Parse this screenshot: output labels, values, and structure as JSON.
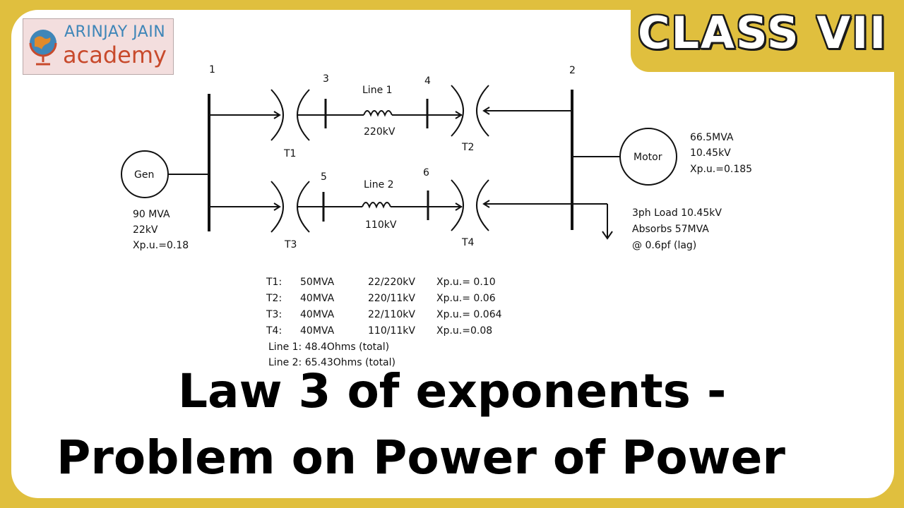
{
  "branding": {
    "logo_line1": "ARINJAY JAIN",
    "logo_line2": "academy",
    "class_badge": "CLASS VII",
    "colors": {
      "frame": "#e0bf3e",
      "logo_blue": "#3f86b8",
      "logo_red": "#c84a2c"
    }
  },
  "diagram": {
    "bus_labels": {
      "b1": "1",
      "b2": "2",
      "b3": "3",
      "b4": "4",
      "b5": "5",
      "b6": "6"
    },
    "transformers": {
      "t1": "T1",
      "t2": "T2",
      "t3": "T3",
      "t4": "T4"
    },
    "lines": {
      "line1_name": "Line 1",
      "line1_voltage": "220kV",
      "line2_name": "Line 2",
      "line2_voltage": "110kV"
    },
    "generator": {
      "label": "Gen",
      "spec1": "90 MVA",
      "spec2": "22kV",
      "spec3": "Xp.u.=0.18"
    },
    "motor": {
      "label": "Motor",
      "spec1": "66.5MVA",
      "spec2": "10.45kV",
      "spec3": "Xp.u.=0.185"
    },
    "load": {
      "line1": "3ph Load  10.45kV",
      "line2": "Absorbs 57MVA",
      "line3": "@ 0.6pf (lag)"
    }
  },
  "specs": {
    "transformers": [
      {
        "name": "T1:",
        "mva": "50MVA",
        "ratio": "22/220kV",
        "x": "Xp.u.= 0.10"
      },
      {
        "name": "T2:",
        "mva": "40MVA",
        "ratio": "220/11kV",
        "x": "Xp.u.= 0.06"
      },
      {
        "name": "T3:",
        "mva": "40MVA",
        "ratio": "22/110kV",
        "x": "Xp.u.= 0.064"
      },
      {
        "name": "T4:",
        "mva": "40MVA",
        "ratio": "110/11kV",
        "x": "Xp.u.=0.08"
      }
    ],
    "lines": [
      "Line 1:  48.4Ohms (total)",
      "Line 2:  65.43Ohms (total)"
    ]
  },
  "title": {
    "line1": "Law 3 of exponents  -",
    "line2": "Problem on Power of Power"
  }
}
